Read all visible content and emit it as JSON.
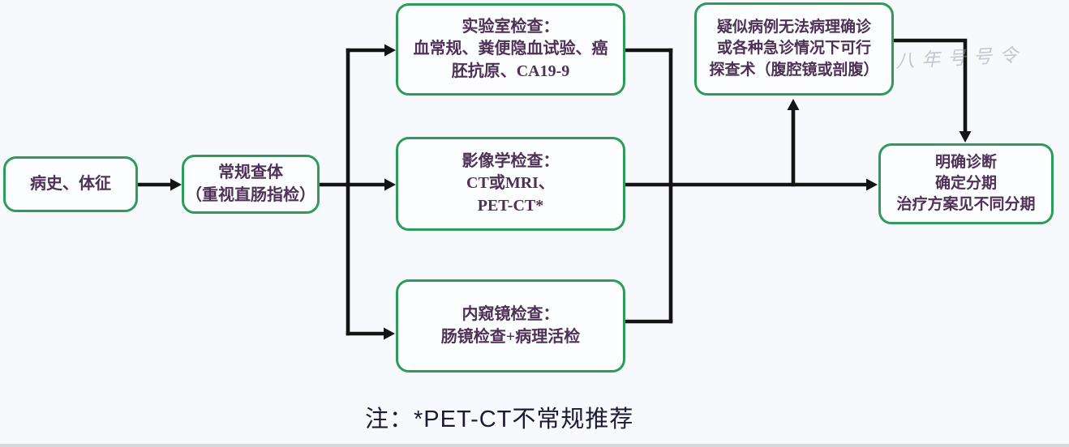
{
  "flow": {
    "nodes": {
      "history": {
        "lines": [
          "病史、体征"
        ]
      },
      "exam": {
        "lines": [
          "常规查体",
          "（重视直肠指检）"
        ]
      },
      "lab": {
        "lines": [
          "实验室检查：",
          "血常规、粪便隐血试验、癌",
          "胚抗原、CA19-9"
        ]
      },
      "imaging": {
        "lines": [
          "影像学检查：",
          "CT或MRI、",
          "PET-CT*"
        ]
      },
      "endoscopy": {
        "lines": [
          "内窥镜检查：",
          "肠镜检查+病理活检"
        ]
      },
      "exploration": {
        "lines": [
          "疑似病例无法病理确诊",
          "或各种急诊情况下可行",
          "探查术（腹腔镜或剖腹）"
        ]
      },
      "diagnosis": {
        "lines": [
          "明确诊断",
          "确定分期",
          "治疗方案见不同分期"
        ]
      }
    },
    "note": "注：*PET-CT不常规推荐",
    "watermark": "八年号号令",
    "colors": {
      "background": "#f8f9fc",
      "box_border": "#2e9b58",
      "box_text": "#4e3156",
      "arrow": "#141414",
      "note_text": "#1b1b33",
      "watermark_text": "#9aa0ab"
    }
  }
}
